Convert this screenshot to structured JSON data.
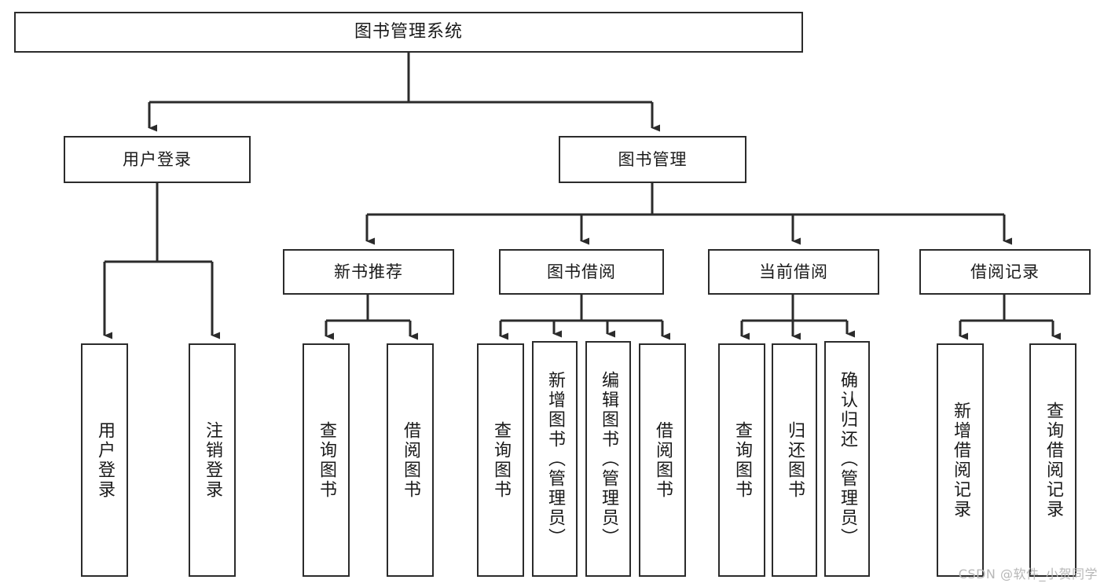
{
  "diagram": {
    "title": "图书管理系统",
    "type": "tree-hierarchy",
    "stroke_color": "#2b2b2b",
    "fill_color": "#ffffff",
    "text_color": "#1a1a1a"
  },
  "watermark": {
    "text": "CSDN @软件_小贺同学",
    "color": "#b7b7b7"
  },
  "nodes": {
    "root": {
      "label": "图书管理系统"
    },
    "level2": [
      {
        "label": "用户登录"
      },
      {
        "label": "图书管理"
      }
    ],
    "level3": [
      {
        "label": "新书推荐"
      },
      {
        "label": "图书借阅"
      },
      {
        "label": "当前借阅"
      },
      {
        "label": "借阅记录"
      }
    ],
    "leaves_user_login": [
      {
        "label": "用户登录"
      },
      {
        "label": "注销登录"
      }
    ],
    "leaves_new_book": [
      {
        "label": "查询图书"
      },
      {
        "label": "借阅图书"
      }
    ],
    "leaves_borrow": [
      {
        "label": "查询图书"
      },
      {
        "label": "新增图书（管理员）"
      },
      {
        "label": "编辑图书（管理员）"
      },
      {
        "label": "借阅图书"
      }
    ],
    "leaves_current": [
      {
        "label": "查询图书"
      },
      {
        "label": "归还图书"
      },
      {
        "label": "确认归还（管理员）"
      }
    ],
    "leaves_records": [
      {
        "label": "新增借阅记录"
      },
      {
        "label": "查询借阅记录"
      }
    ]
  }
}
